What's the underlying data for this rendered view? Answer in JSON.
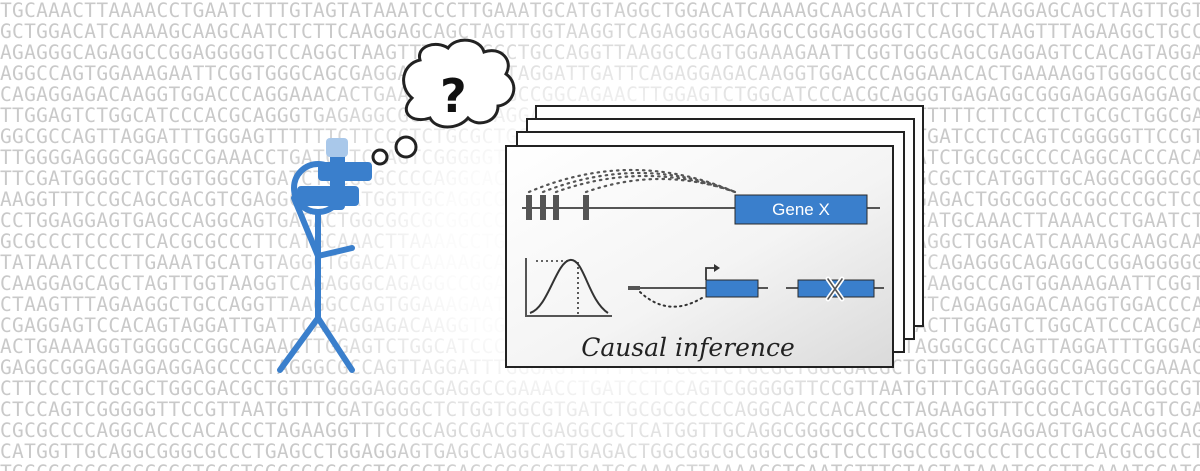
{
  "background_sequence": "TGCAAACTTAAAACCTGAATCTTTGTAGTATAAATCCCTTGAAATGCATGTAGGCTGGACATCAAAAGCAAGCAATCTCTTCAAGGAGCAGCTAGTTGGTAAGGTCAGAGGGCAGAGGCCGGAGGGGGTCCAGGCTAAGTTTAGAAGGCTGCCAGGTTAAGGCCAGTGGAAAGAATTCGGTGGGCAGCGAGGAGTCCACAGTAGGATTGATTCAGAGGAGACAAGGTGGACCCAGGAAACACTGAAAAGGTGGGGCCGGCAGAACTTGGAGTCTGGCATCCCACGCAGGGTGAGAGGCGGGAGAGGAGGAGCCCCTAGGGCGCCAGTTAGGATTTGGGAGTTTTTTCTTCCCTCTGCGCTGGCGACGCTGTTTGGGGAGGGCGAGGCCGAAACCTGATCCTCCAGTCGGGGGTTCCGTTAATGTTTCGATGGGGCTCTGGTGGCGTGATCTGCGCGCCCCAGGCACCCACACCCTAGAAGGTTTCCGCAGCGACGTCGAGGCGCTCATGGTTGCAGGCGGGCGCCCTGAGCCTGGAGGAGTGAGCCAGGCAGTGAGACTGGCGGCGCGGCCCGCTCCCTGGCCGCGCCCTCCCCTCACGCGCCCTTCA",
  "bubble": {
    "text": "?"
  },
  "slides": {
    "gene_label": "Gene X",
    "caption": "Causal inference"
  },
  "colors": {
    "accent": "#3a7fcc",
    "accent_light": "#a9c8ea",
    "dna_text": "#c9c9c9",
    "outline": "#222222"
  }
}
